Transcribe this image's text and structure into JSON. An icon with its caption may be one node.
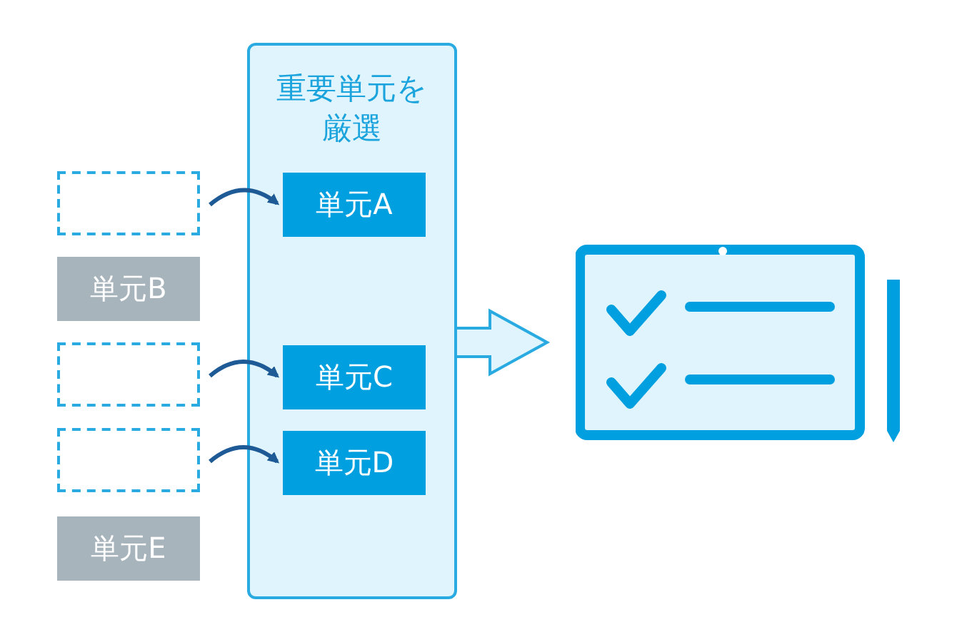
{
  "diagram": {
    "nodes": [
      {
        "text": [
          "重要単元を厳選"
        ]
      },
      {
        "text": [],
        "shape": "box"
      },
      {
        "text": [
          "単元B"
        ]
      },
      {
        "text": [],
        "shape": "box"
      },
      {
        "text": [],
        "shape": "box"
      },
      {
        "text": [
          "単元E"
        ]
      },
      {
        "text": [
          "単元A"
        ],
        "in": 0
      },
      {
        "text": [
          "単元C"
        ],
        "in": 0
      },
      {
        "text": [
          "単元D"
        ],
        "in": 0
      },
      {
        "text": [],
        "shape": "picture"
      }
    ],
    "edges": [
      {
        "from": 1,
        "to": 6,
        "arrow": "to"
      },
      {
        "from": 3,
        "to": 7,
        "arrow": "to"
      },
      {
        "from": 4,
        "to": 8,
        "arrow": "to"
      },
      {
        "from": 0,
        "to": 9,
        "arrow": "to"
      }
    ]
  }
}
